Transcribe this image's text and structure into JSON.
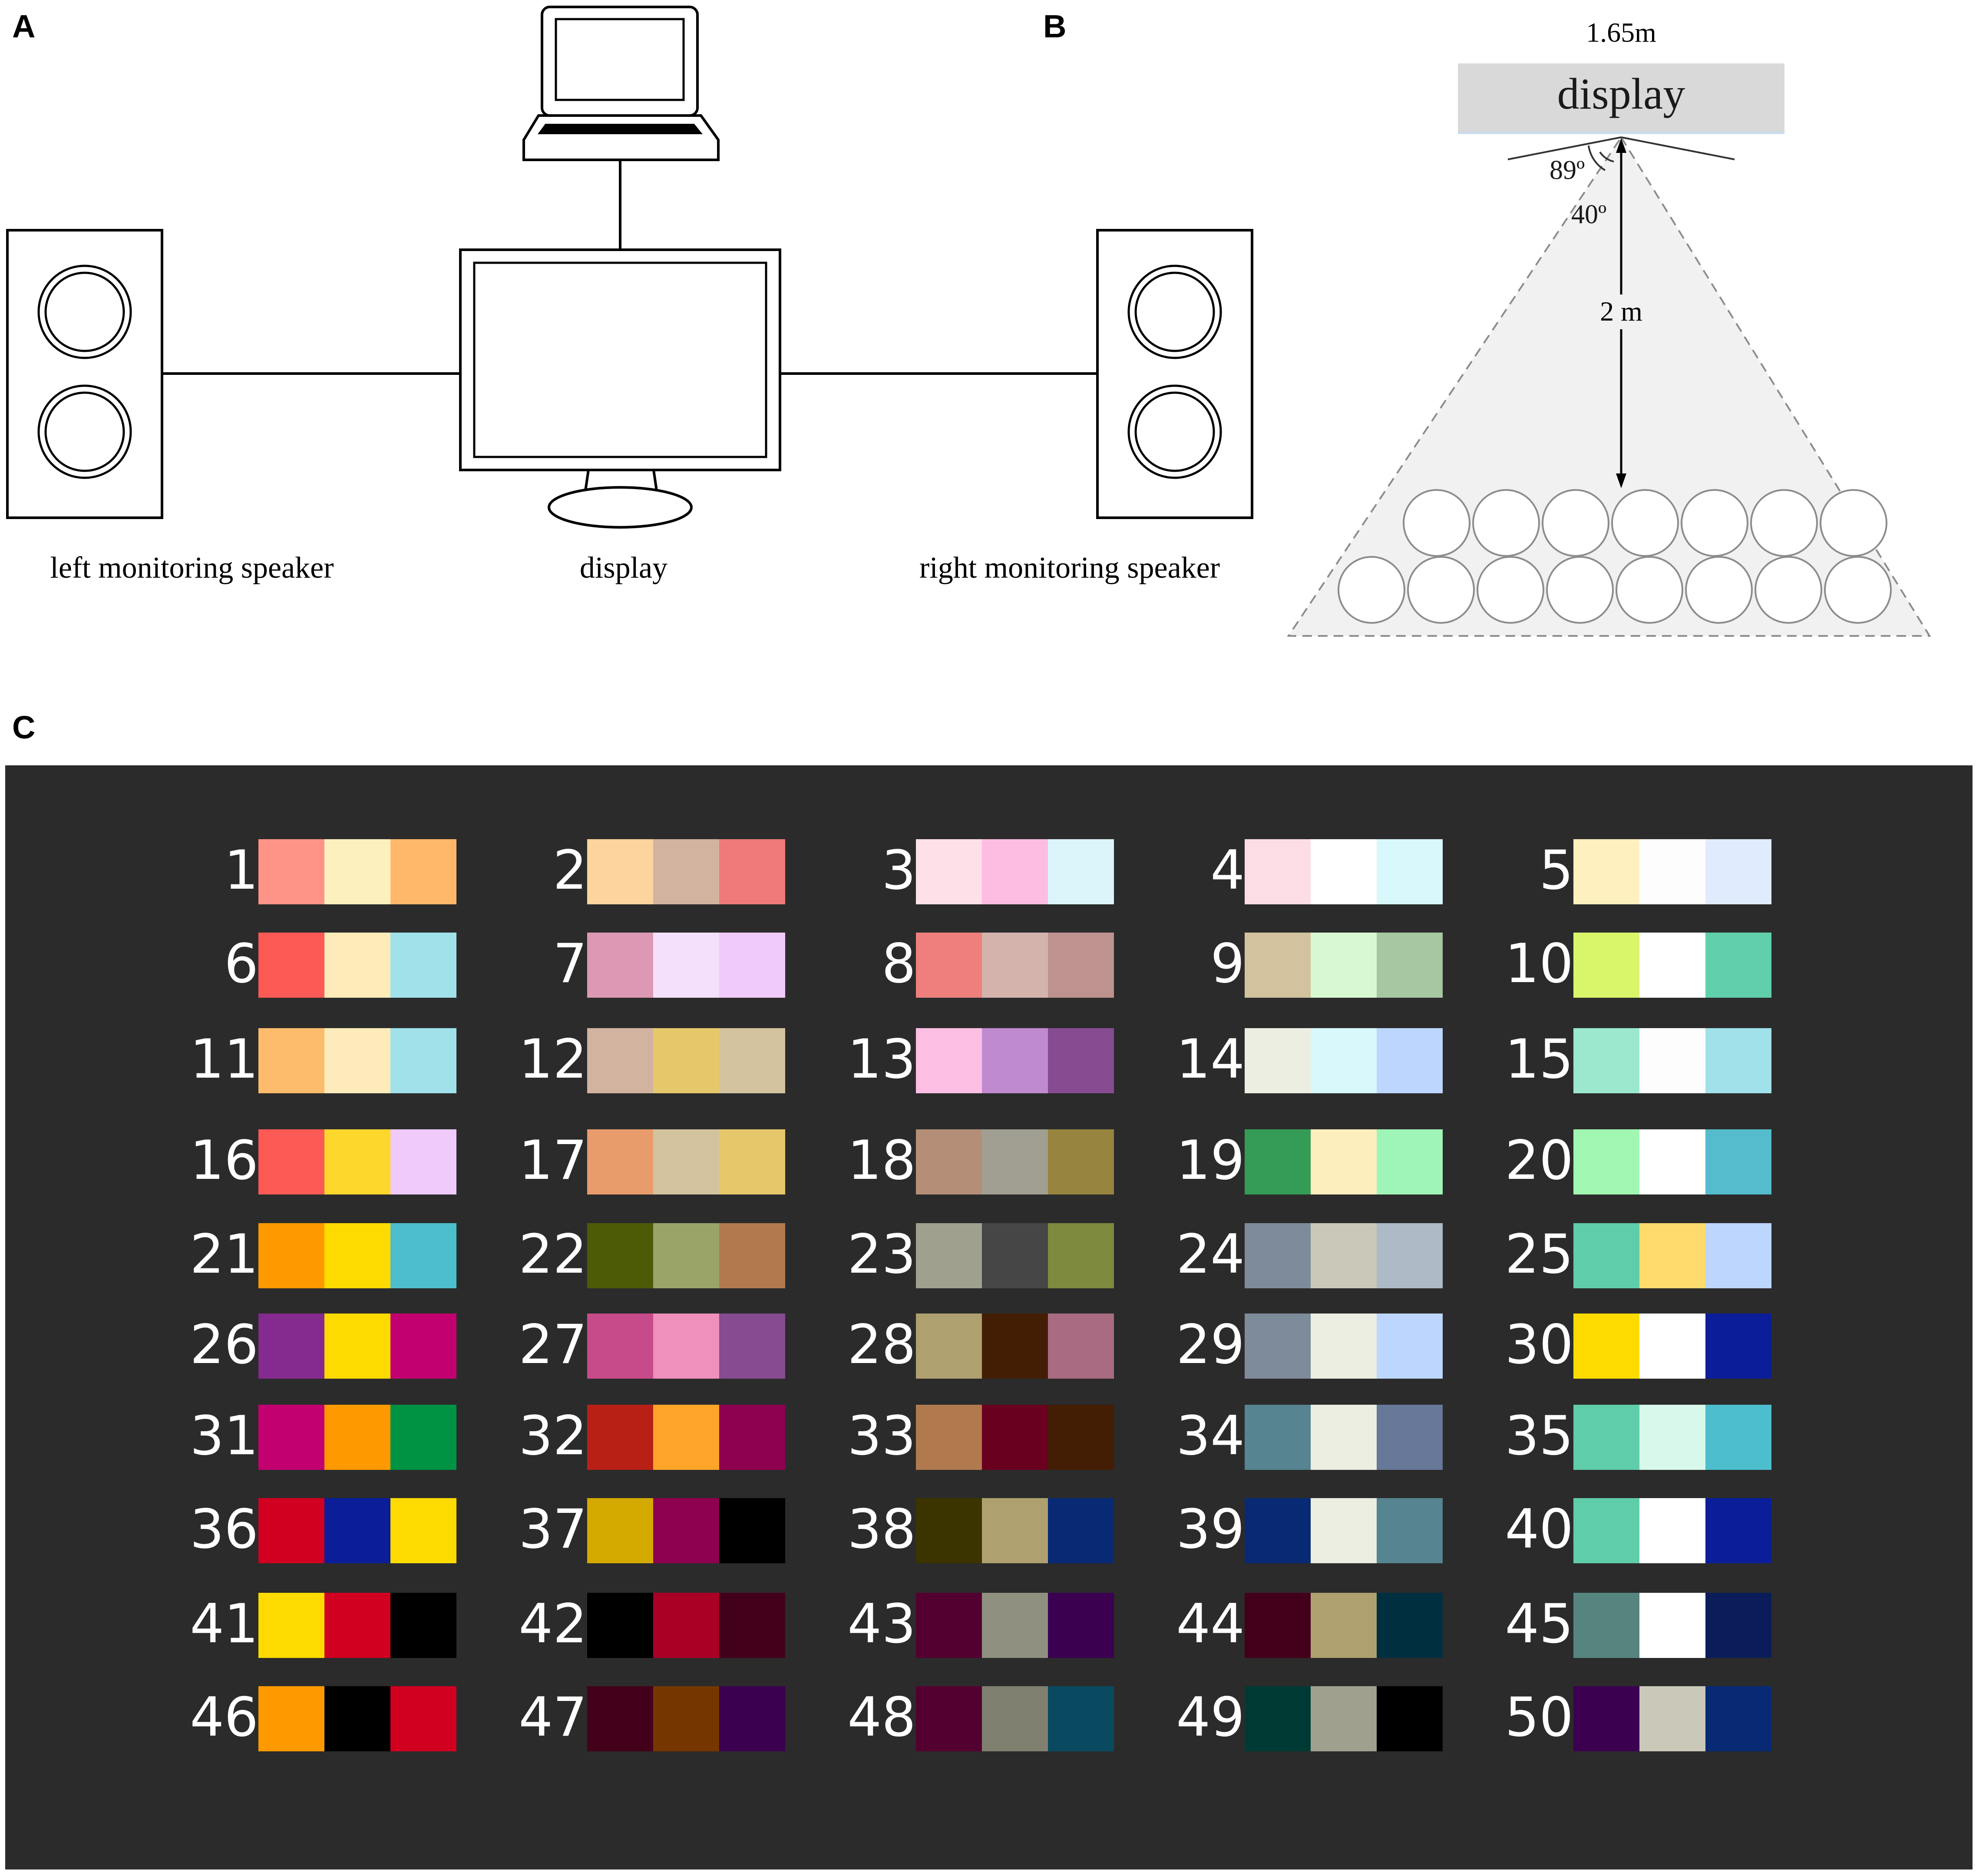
{
  "panels": {
    "a": "A",
    "b": "B",
    "c": "C"
  },
  "panel_a": {
    "left_speaker_label": "left monitoring speaker",
    "display_label": "display",
    "right_speaker_label": "right monitoring speaker",
    "colors": {
      "stroke": "#000000",
      "fill": "#ffffff"
    }
  },
  "panel_b": {
    "width_label": "1.65m",
    "display_label": "display",
    "angle_outer_label": "89º",
    "angle_inner_label": "40º",
    "distance_label": "2 m",
    "seat_rows": [
      7,
      8
    ],
    "colors": {
      "display_fill": "#d9d9d9",
      "area_fill": "#f1f1f1",
      "seat_stroke": "#8c8c8c"
    }
  },
  "panel_c": {
    "background": "#2b2b2b",
    "palettes": [
      {
        "n": "1",
        "c": [
          "#fe9488",
          "#fdf0bf",
          "#ffb86a"
        ]
      },
      {
        "n": "2",
        "c": [
          "#fed49e",
          "#d2b39f",
          "#ee7a79"
        ]
      },
      {
        "n": "3",
        "c": [
          "#fee1e8",
          "#fdbde2",
          "#dbf5fa"
        ]
      },
      {
        "n": "4",
        "c": [
          "#fcdde6",
          "#ffffff",
          "#d8f8fb"
        ]
      },
      {
        "n": "5",
        "c": [
          "#fff0bf",
          "#fdfdfd",
          "#e0ebfd"
        ]
      },
      {
        "n": "6",
        "c": [
          "#fe5a55",
          "#fdebb9",
          "#a0e1ea"
        ]
      },
      {
        "n": "7",
        "c": [
          "#dd98b3",
          "#f5e0fb",
          "#efcafa"
        ]
      },
      {
        "n": "8",
        "c": [
          "#ee7f7c",
          "#d4b3ad",
          "#be928e"
        ]
      },
      {
        "n": "9",
        "c": [
          "#d2c39e",
          "#d8f8d2",
          "#a6c7a1"
        ]
      },
      {
        "n": "10",
        "c": [
          "#d9f56a",
          "#ffffff",
          "#62cfac"
        ]
      },
      {
        "n": "11",
        "c": [
          "#fdbc6c",
          "#fdebbc",
          "#a0e1ea"
        ]
      },
      {
        "n": "12",
        "c": [
          "#d2b39f",
          "#e6c86b",
          "#d2c39e"
        ]
      },
      {
        "n": "13",
        "c": [
          "#fcbfe3",
          "#c08ad0",
          "#864b91"
        ]
      },
      {
        "n": "14",
        "c": [
          "#ebeee0",
          "#d8f8fb",
          "#bdd6fd"
        ]
      },
      {
        "n": "15",
        "c": [
          "#9ce8cf",
          "#fdfdfd",
          "#a0e1ea"
        ]
      },
      {
        "n": "16",
        "c": [
          "#fe5a55",
          "#fed72d",
          "#efcafa"
        ]
      },
      {
        "n": "17",
        "c": [
          "#e89c6c",
          "#d2c39e",
          "#e6c86b"
        ]
      },
      {
        "n": "18",
        "c": [
          "#b48e77",
          "#a09f91",
          "#97843e"
        ]
      },
      {
        "n": "19",
        "c": [
          "#359c57",
          "#fdefbd",
          "#9ff5b7"
        ]
      },
      {
        "n": "20",
        "c": [
          "#a1f7b1",
          "#ffffff",
          "#54bccc"
        ]
      },
      {
        "n": "21",
        "c": [
          "#fe9a00",
          "#fddb00",
          "#4dbecd"
        ]
      },
      {
        "n": "22",
        "c": [
          "#4d5a06",
          "#9aa468",
          "#b17a4e"
        ]
      },
      {
        "n": "23",
        "c": [
          "#a0a08f",
          "#464646",
          "#7e8a3e"
        ]
      },
      {
        "n": "24",
        "c": [
          "#7e8b9b",
          "#c9c8b9",
          "#aebac6"
        ]
      },
      {
        "n": "25",
        "c": [
          "#60cdaa",
          "#fedb6c",
          "#bdd6fd"
        ]
      },
      {
        "n": "26",
        "c": [
          "#852a8f",
          "#fedb00",
          "#c30070"
        ]
      },
      {
        "n": "27",
        "c": [
          "#c74a8a",
          "#ef8fbc",
          "#864b91"
        ]
      },
      {
        "n": "28",
        "c": [
          "#aea06f",
          "#431e05",
          "#a86b82"
        ]
      },
      {
        "n": "29",
        "c": [
          "#7e8b9b",
          "#ebeee0",
          "#bdd6fd"
        ]
      },
      {
        "n": "30",
        "c": [
          "#fedb00",
          "#ffffff",
          "#0b1d99"
        ]
      },
      {
        "n": "31",
        "c": [
          "#c30070",
          "#fe9a00",
          "#009344"
        ]
      },
      {
        "n": "32",
        "c": [
          "#b82015",
          "#fea52a",
          "#8e0050"
        ]
      },
      {
        "n": "33",
        "c": [
          "#b17a4e",
          "#6a0020",
          "#431e05"
        ]
      },
      {
        "n": "34",
        "c": [
          "#568490",
          "#ebeee0",
          "#677899"
        ]
      },
      {
        "n": "35",
        "c": [
          "#60cdaa",
          "#d8f8ec",
          "#4dbecd"
        ]
      },
      {
        "n": "36",
        "c": [
          "#d10021",
          "#0b1d99",
          "#fedb00"
        ]
      },
      {
        "n": "37",
        "c": [
          "#d5aa00",
          "#8e0050",
          "#000000"
        ]
      },
      {
        "n": "38",
        "c": [
          "#3b3300",
          "#aea06f",
          "#082a74"
        ]
      },
      {
        "n": "39",
        "c": [
          "#082a74",
          "#ebeee0",
          "#568490"
        ]
      },
      {
        "n": "40",
        "c": [
          "#60cdaa",
          "#ffffff",
          "#0b1d99"
        ]
      },
      {
        "n": "41",
        "c": [
          "#fedb00",
          "#d10021",
          "#000000"
        ]
      },
      {
        "n": "42",
        "c": [
          "#000000",
          "#ab0026",
          "#43001a"
        ]
      },
      {
        "n": "43",
        "c": [
          "#530031",
          "#909080",
          "#3b0050"
        ]
      },
      {
        "n": "44",
        "c": [
          "#43001a",
          "#aea06f",
          "#003040"
        ]
      },
      {
        "n": "45",
        "c": [
          "#568580",
          "#ffffff",
          "#0a1d5a"
        ]
      },
      {
        "n": "46",
        "c": [
          "#fe9a00",
          "#000000",
          "#d10021"
        ]
      },
      {
        "n": "47",
        "c": [
          "#43001a",
          "#763600",
          "#3b0050"
        ]
      },
      {
        "n": "48",
        "c": [
          "#530031",
          "#808070",
          "#0a4a60"
        ]
      },
      {
        "n": "49",
        "c": [
          "#003a35",
          "#a0a08f",
          "#000000"
        ]
      },
      {
        "n": "50",
        "c": [
          "#3b0050",
          "#c9c8b9",
          "#082a74"
        ]
      }
    ]
  }
}
